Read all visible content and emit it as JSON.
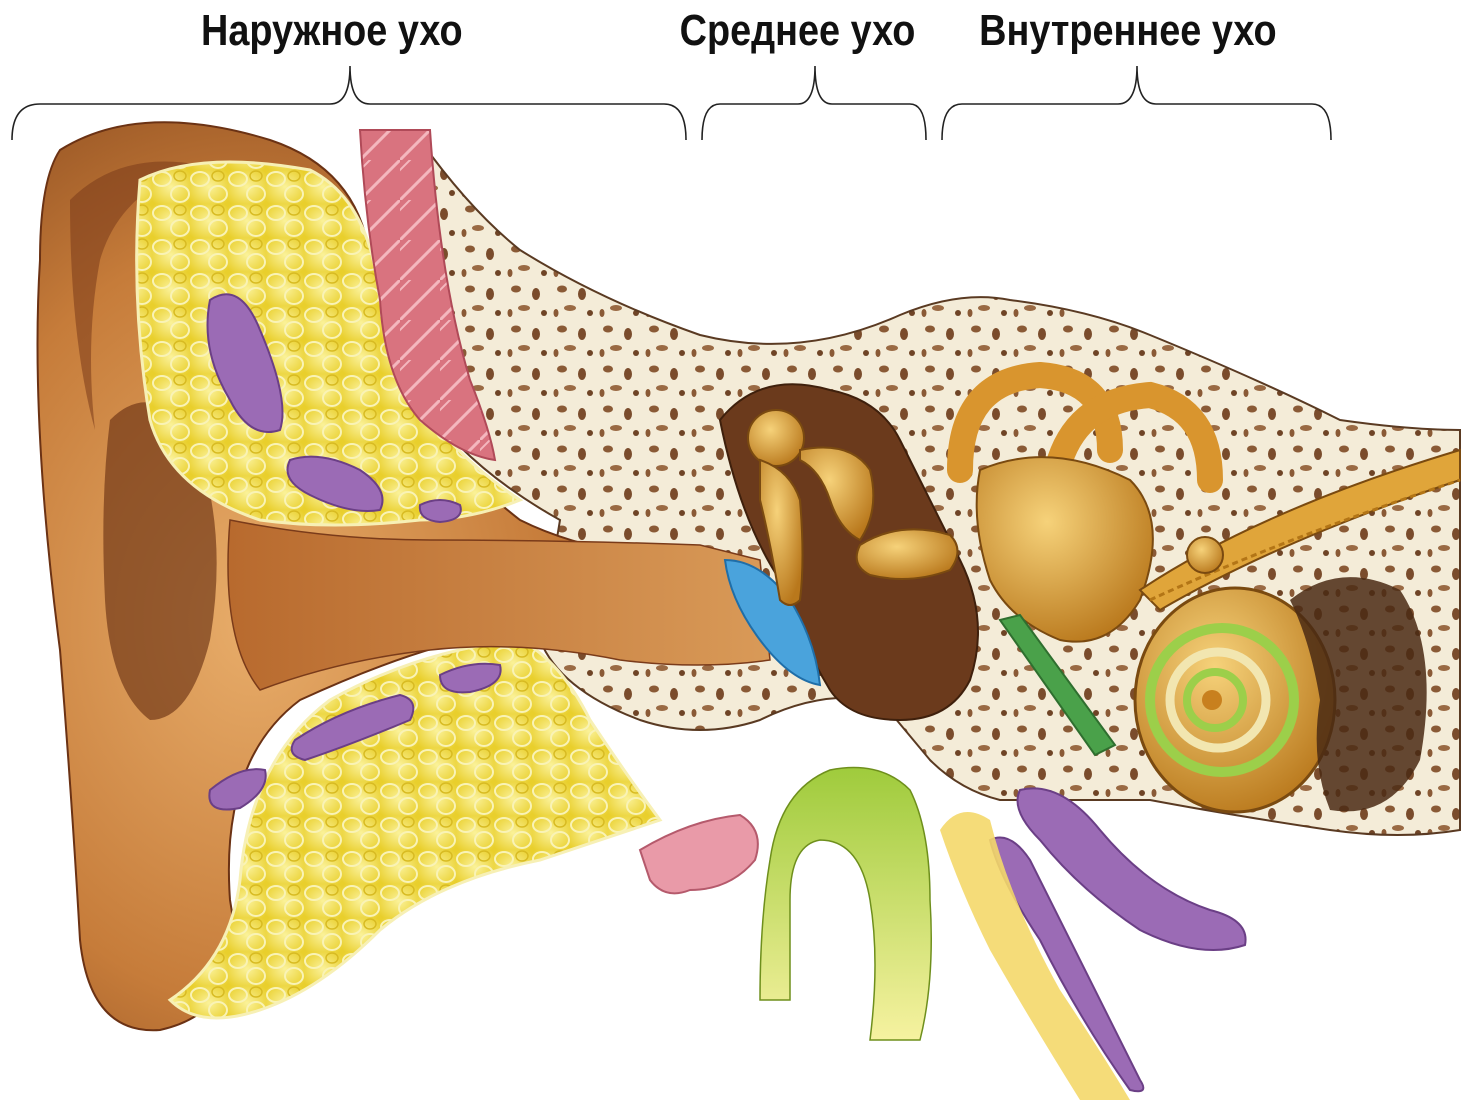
{
  "labels": {
    "outer": "Наружное ухо",
    "middle": "Среднее ухо",
    "inner": "Внутреннее ухо"
  },
  "colors": {
    "skin": "#c9813f",
    "skin_dark": "#7a3b1a",
    "fat": "#f2e14a",
    "vessel": "#9b6bb5",
    "muscle": "#d9737f",
    "bone": "#f4ecd8",
    "bone_pore": "#8a5a36",
    "eardrum": "#4aa3dc",
    "ossicle": "#d99a2b",
    "cochlea": "#d9952e",
    "cochlea_duct": "#9ccf4a",
    "tube_green": "#b7d83a",
    "cavity": "#6b3a1c",
    "nerve": "#e0a53a"
  }
}
